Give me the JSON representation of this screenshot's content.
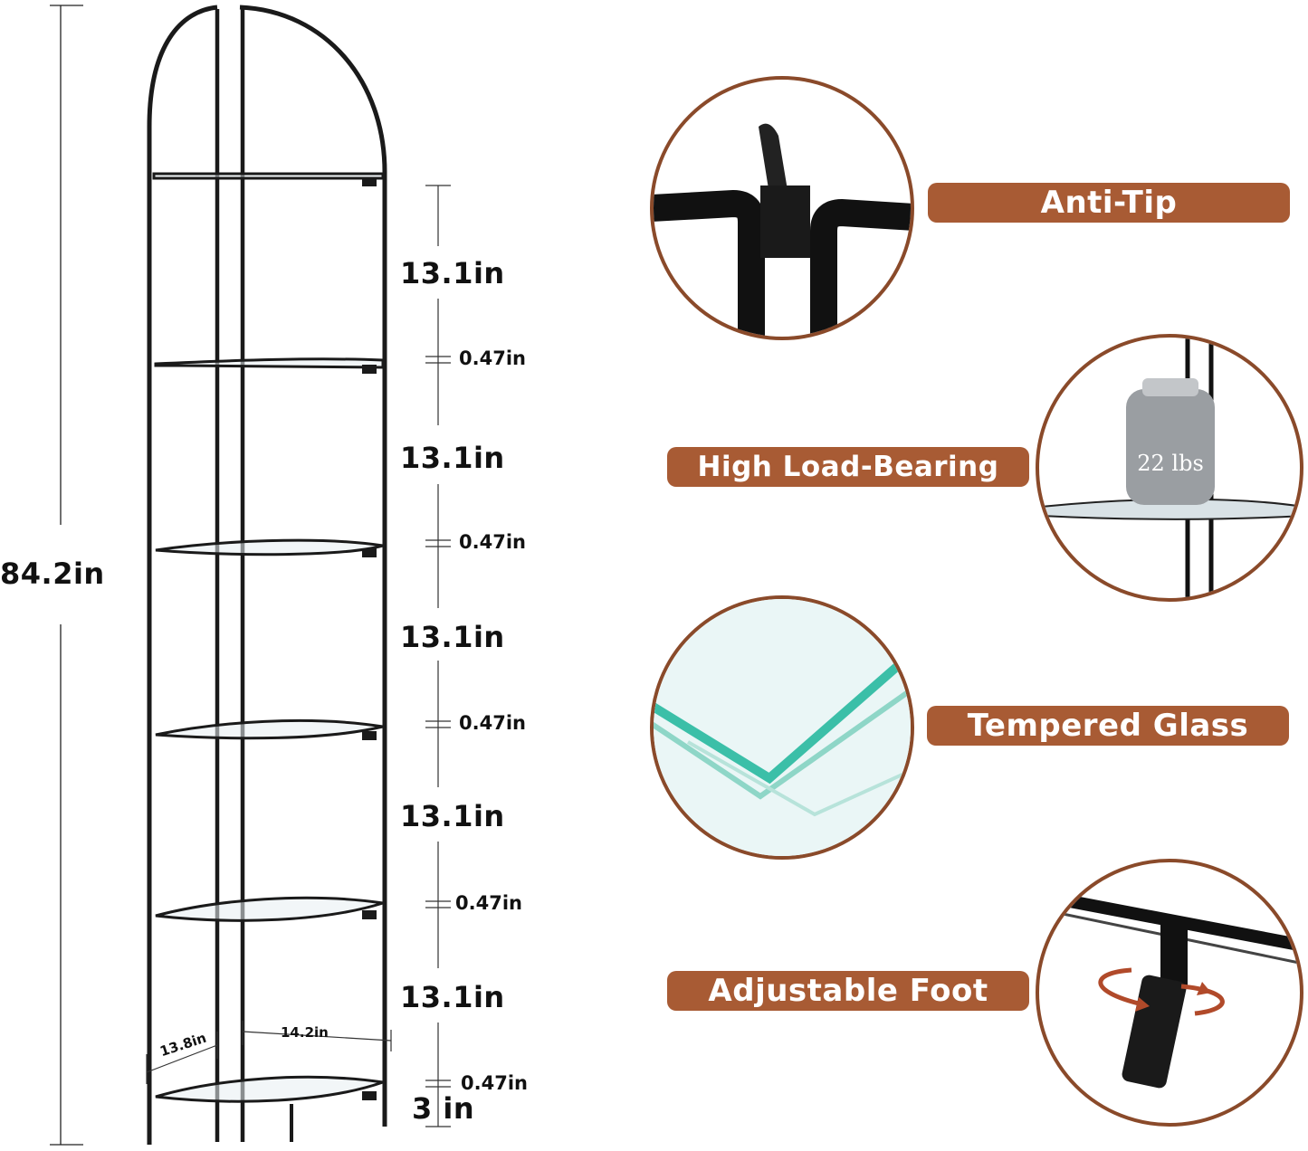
{
  "dimensions": {
    "total_height": "84.2in",
    "shelf_spacing": [
      "13.1in",
      "13.1in",
      "13.1in",
      "13.1in",
      "13.1in"
    ],
    "shelf_thickness": [
      "0.47in",
      "0.47in",
      "0.47in",
      "0.47in",
      "0.47in"
    ],
    "foot_clearance": "3 in",
    "depth": "13.8in",
    "width": "14.2in"
  },
  "features": {
    "anti_tip": "Anti-Tip",
    "load_bearing": "High Load-Bearing",
    "weight_label": "22 lbs",
    "tempered_glass": "Tempered Glass",
    "adjustable_foot": "Adjustable Foot"
  },
  "colors": {
    "badge": "#a85b34",
    "frame": "#1a1a1a",
    "circle_border": "#8a4a2a",
    "glass_edge": "#3bbfa8",
    "rotate_arrow": "#b14a2a"
  }
}
